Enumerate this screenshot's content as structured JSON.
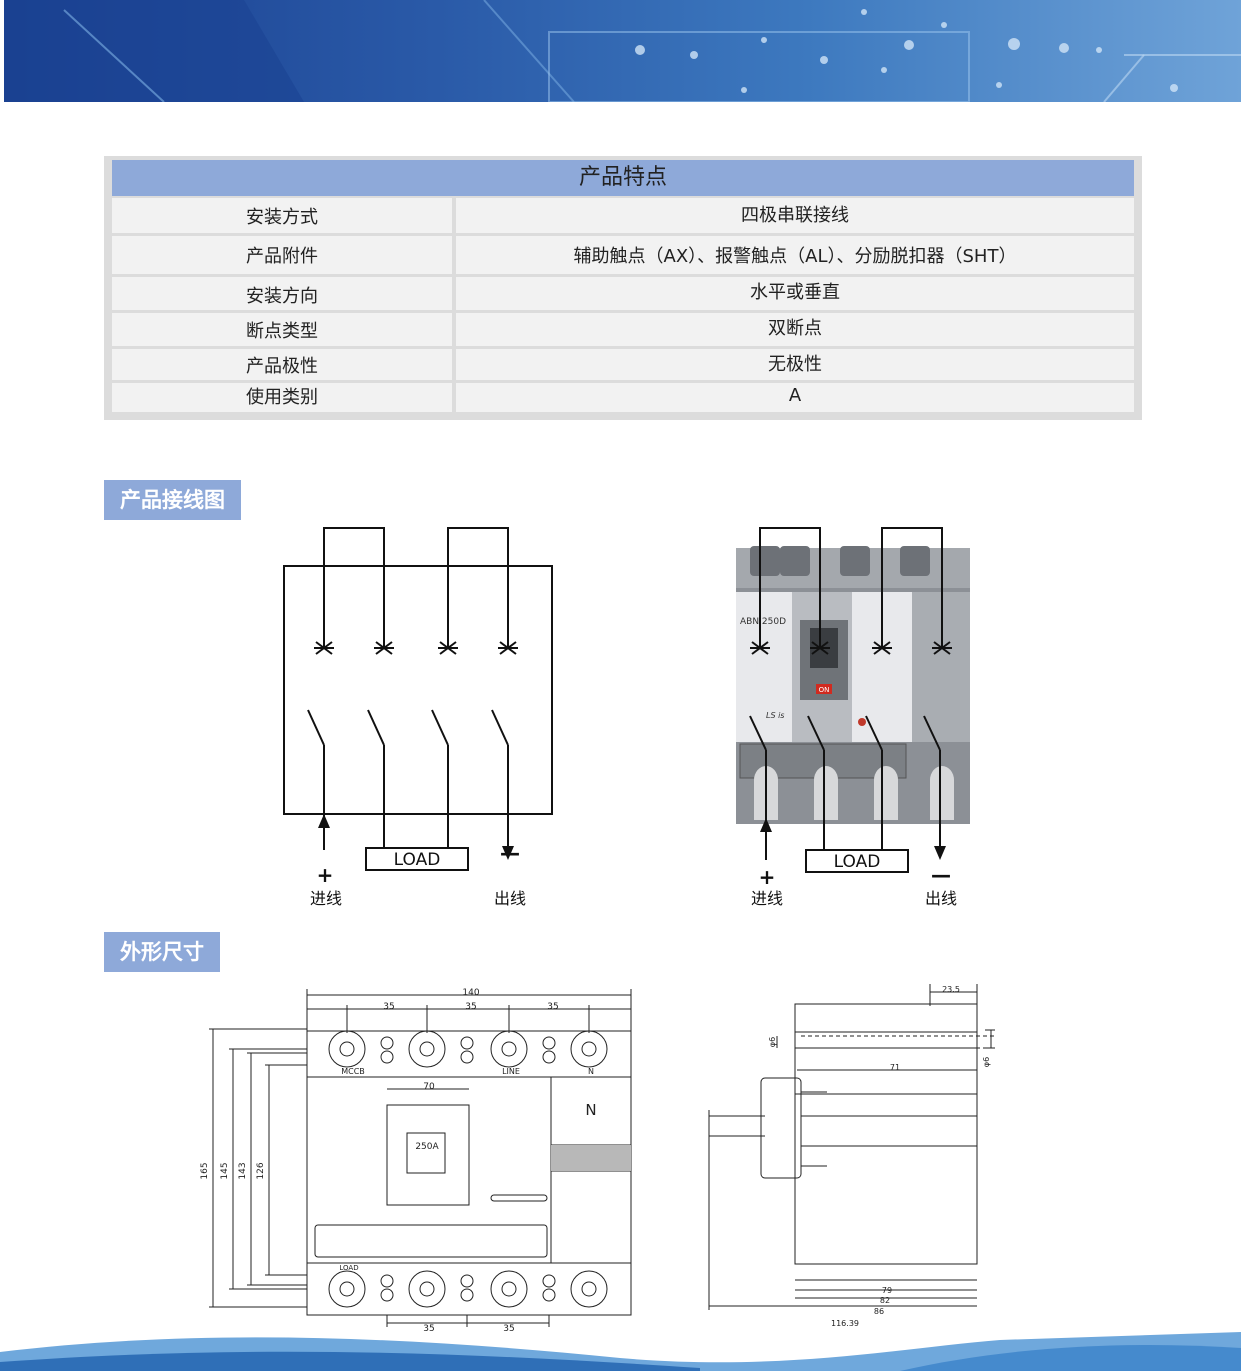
{
  "spec_table": {
    "title": "产品特点",
    "rows": [
      {
        "label": "安装方式",
        "value": "四极串联接线"
      },
      {
        "label": "产品附件",
        "value": "辅助触点（AX）、报警触点（AL）、分励脱扣器（SHT）"
      },
      {
        "label": "安装方向",
        "value": "水平或垂直"
      },
      {
        "label": "断点类型",
        "value": "双断点"
      },
      {
        "label": "产品极性",
        "value": "无极性"
      },
      {
        "label": "使用类别",
        "value": "A"
      }
    ]
  },
  "wiring_section": {
    "title": "产品接线图",
    "left_diagram": {
      "plus": "+",
      "minus": "—",
      "load": "LOAD",
      "in_label": "进线",
      "out_label": "出线"
    },
    "right_diagram": {
      "plus": "+",
      "minus": "—",
      "load": "LOAD",
      "in_label": "进线",
      "out_label": "出线",
      "model_label": "ABN 250D",
      "on_label": "ON",
      "brand_label": "LS is"
    }
  },
  "dimension_section": {
    "title": "外形尺寸",
    "front_view": {
      "width": "140",
      "pitch_top": [
        "35",
        "35",
        "35"
      ],
      "pitch_bottom": [
        "35",
        "35"
      ],
      "handle_width": "70",
      "heights": [
        "165",
        "145",
        "143",
        "126"
      ],
      "labels": {
        "mccb": "MCCB",
        "line": "LINE",
        "n_top": "N",
        "n_box": "N",
        "rating": "250A",
        "load": "LOAD"
      }
    },
    "side_view": {
      "top_dim": "23.5",
      "depth_71": "71",
      "phi_left": "φ6",
      "phi_right": "φ6",
      "bottom_dims": [
        "79",
        "82",
        "86",
        "116.39"
      ]
    }
  },
  "colors": {
    "accent": "#8ea9d9",
    "banner_dark": "#1a3f8f",
    "banner_light": "#6fa3d8"
  }
}
